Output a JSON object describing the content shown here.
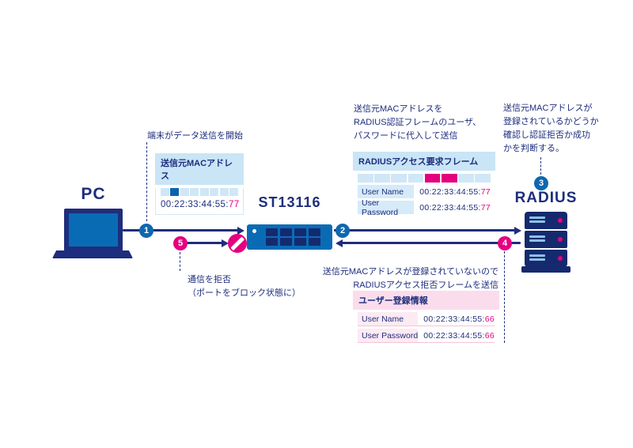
{
  "colors": {
    "navy": "#1e2d7d",
    "blue": "#0a6bb5",
    "light_blue": "#c9e5f6",
    "magenta": "#e4007f",
    "light_pink": "#fbdcec"
  },
  "nodes": {
    "pc_label": "PC",
    "switch_label": "ST13116",
    "radius_label": "RADIUS"
  },
  "steps": {
    "s1": "1",
    "s2": "2",
    "s3": "3",
    "s4": "4",
    "s5": "5"
  },
  "annotations": {
    "start": "端末がデータ送信を開始",
    "substitute": "送信元MACアドレスを\nRADIUS認証フレームのユーザ、\nパスワードに代入して送信",
    "verify": "送信元MACアドレスが\n登録されているかどうか\n確認し認証拒否か成功\nかを判断する。",
    "block": "通信を拒否\n（ポートをブロック状態に）",
    "reject": "送信元MACアドレスが登録されていないので\nRADIUSアクセス拒否フレームを送信"
  },
  "mac_box": {
    "title": "送信元MACアドレス",
    "value": "00:22:33:44:55:",
    "suffix": "77"
  },
  "request_frame": {
    "title": "RADIUSアクセス要求フレーム",
    "rows": [
      {
        "label": "User Name",
        "value": "00:22:33:44:55:",
        "suffix": "77"
      },
      {
        "label": "User Password",
        "value": "00:22:33:44:55:",
        "suffix": "77"
      }
    ]
  },
  "registration": {
    "title": "ユーザー登録情報",
    "rows": [
      {
        "label": "User Name",
        "value": "00:22:33:44:55:",
        "suffix": "66"
      },
      {
        "label": "User Password",
        "value": "00:22:33:44:55:",
        "suffix": "66"
      }
    ]
  }
}
